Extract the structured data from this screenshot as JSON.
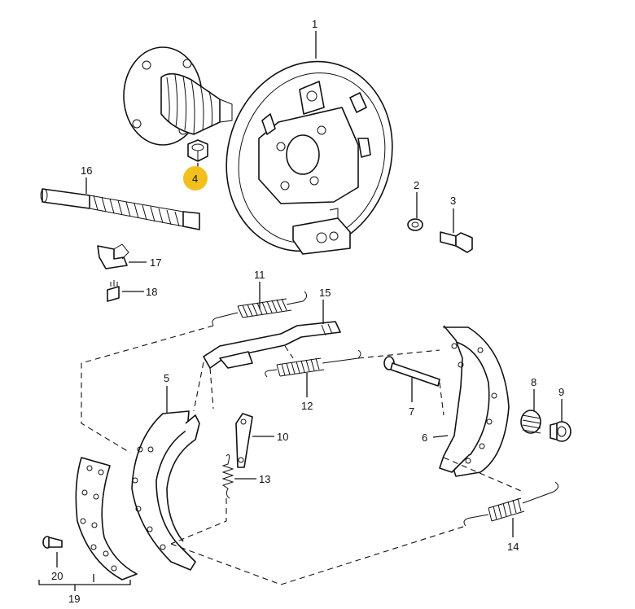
{
  "colors": {
    "highlight": "#f2c01e",
    "ink": "#111111",
    "background": "#ffffff"
  },
  "callouts": {
    "c1": "1",
    "c2": "2",
    "c3": "3",
    "c4": "4",
    "c5": "5",
    "c6": "6",
    "c7": "7",
    "c8": "8",
    "c9": "9",
    "c10": "10",
    "c11": "11",
    "c12": "12",
    "c13": "13",
    "c14": "14",
    "c15": "15",
    "c16": "16",
    "c17": "17",
    "c18": "18",
    "c19": "19",
    "c20": "20"
  },
  "highlighted_callout": "4"
}
